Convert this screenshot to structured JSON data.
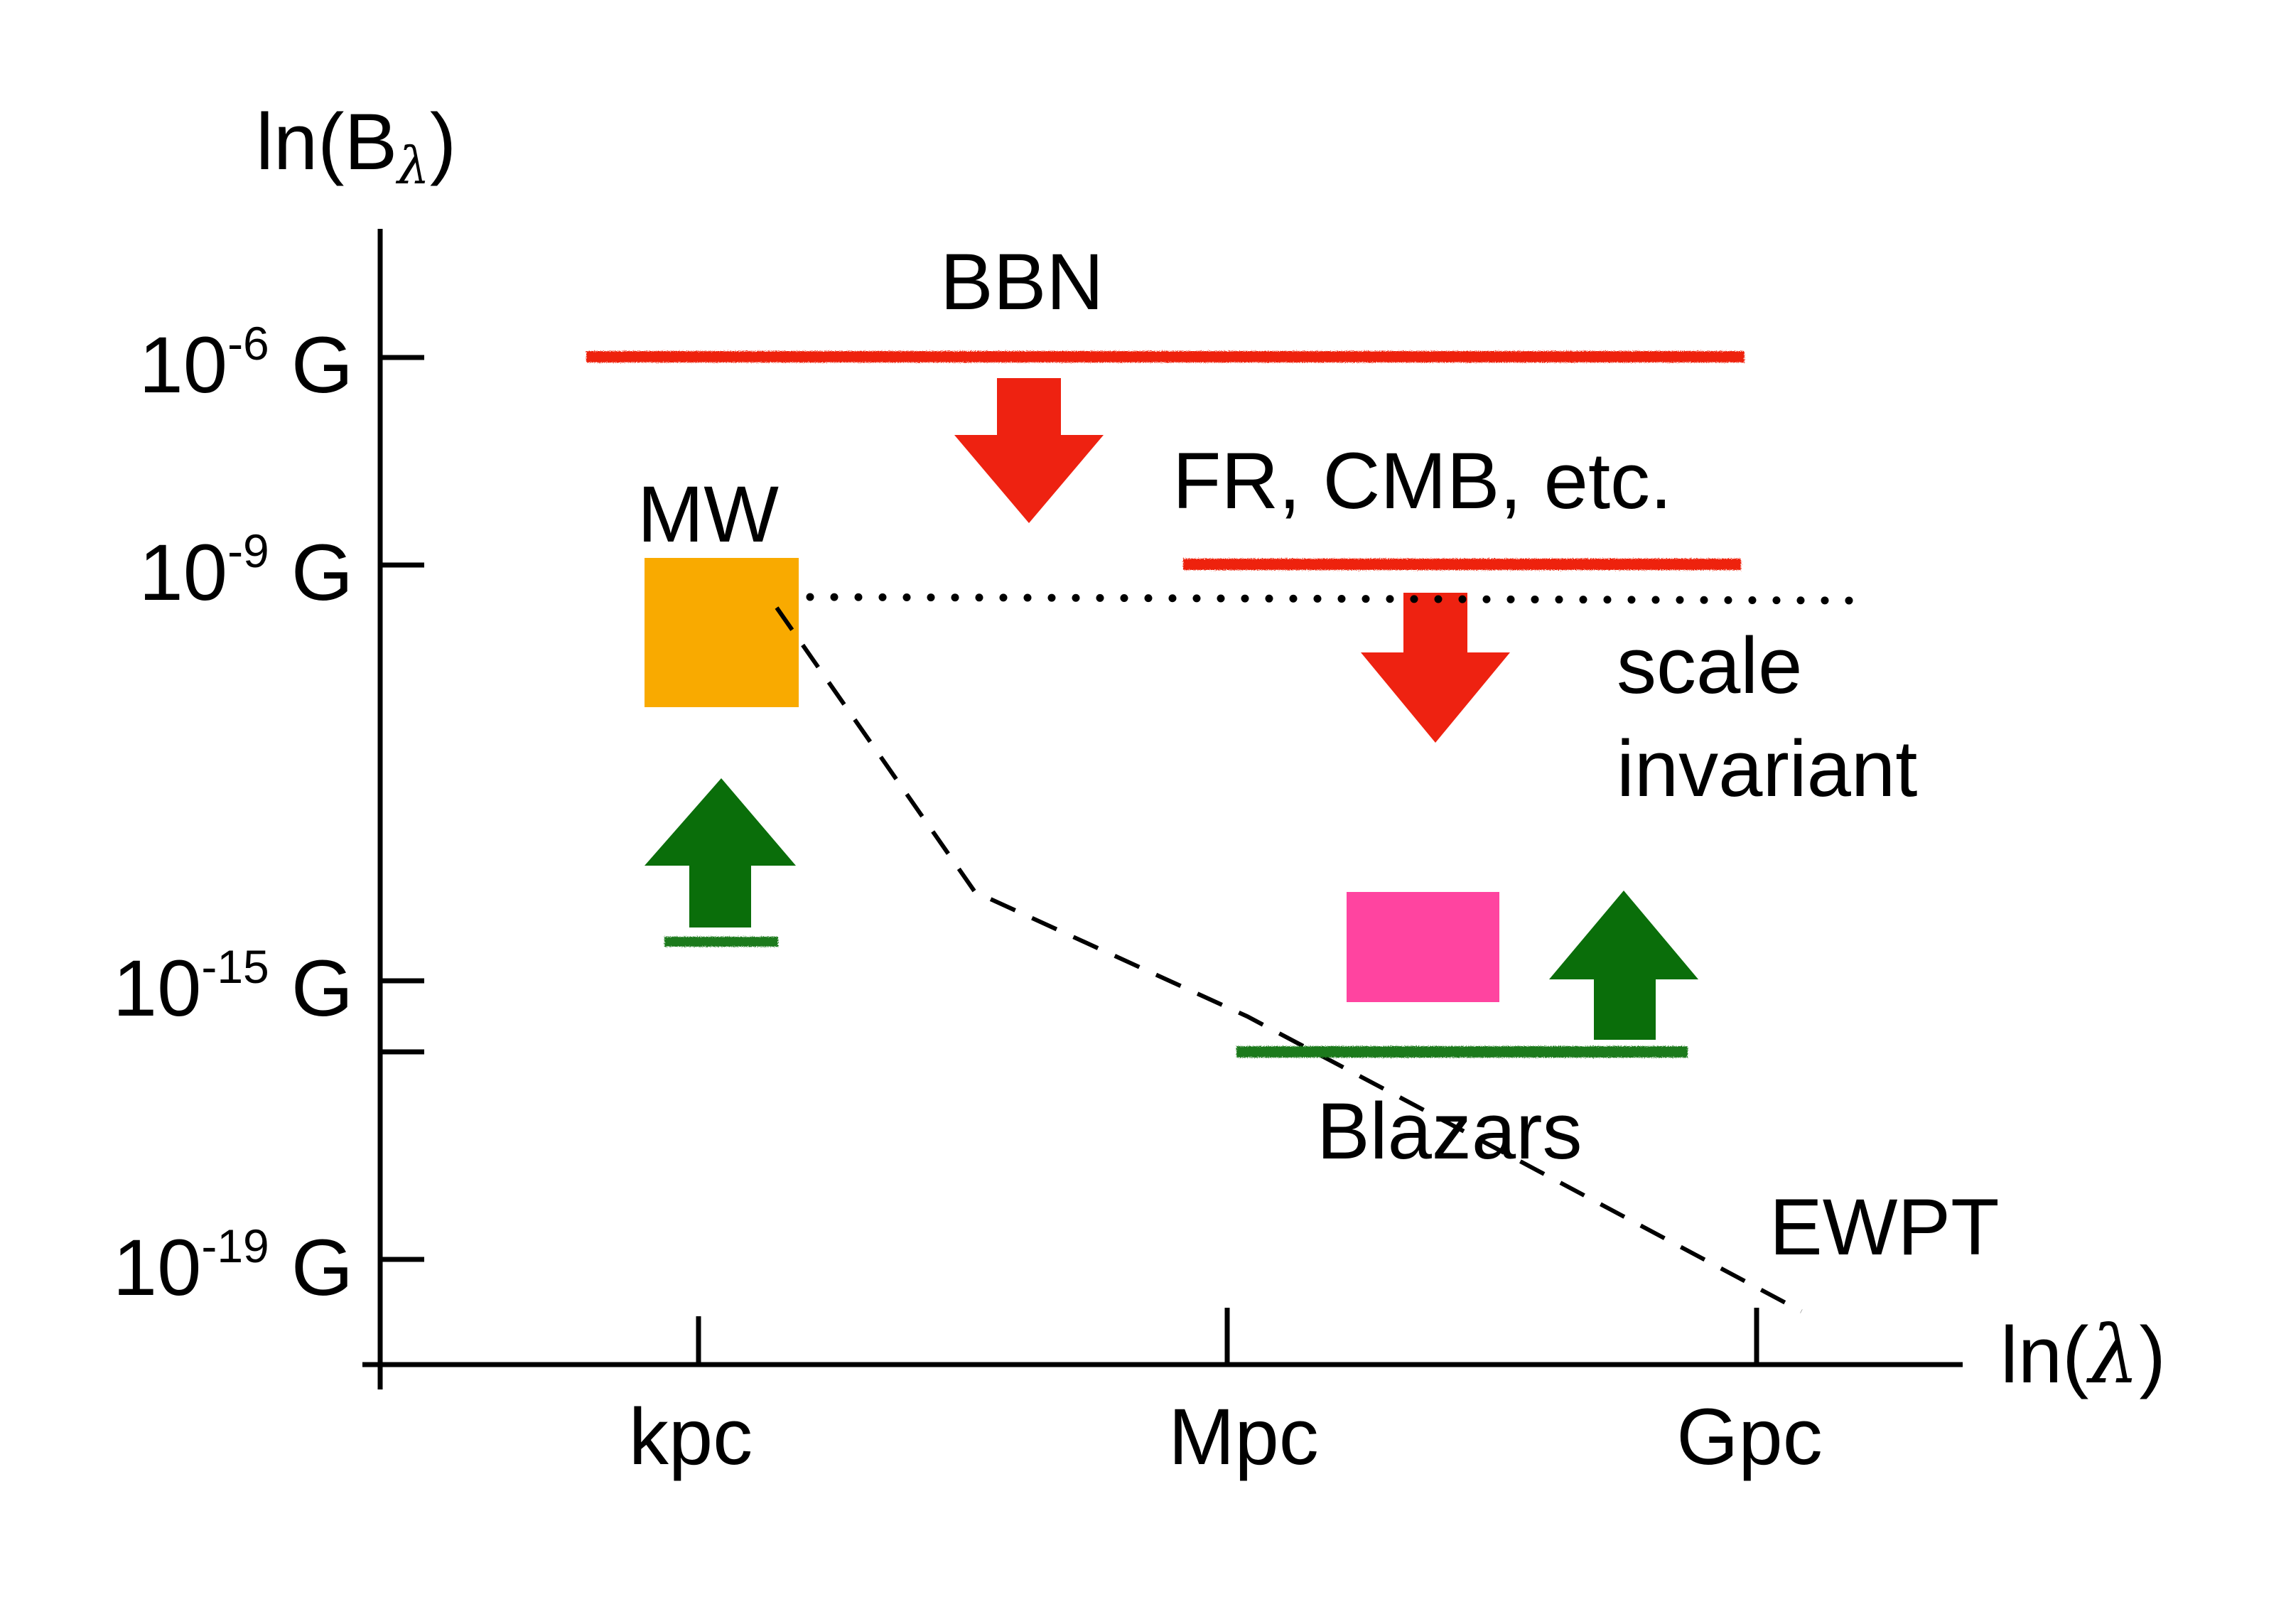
{
  "y_axis": {
    "label_prefix": "ln(B",
    "label_sub": "λ",
    "label_suffix": ")",
    "ticks": [
      {
        "base": "10",
        "exp": "-6",
        "unit": " G"
      },
      {
        "base": "10",
        "exp": "-9",
        "unit": " G"
      },
      {
        "base": "10",
        "exp": "-15",
        "unit": " G"
      },
      {
        "base": "10",
        "exp": "-19",
        "unit": " G"
      }
    ]
  },
  "x_axis": {
    "label_prefix": "ln(",
    "label_sym": "λ",
    "label_suffix": ")",
    "ticks": [
      "kpc",
      "Mpc",
      "Gpc"
    ]
  },
  "labels": {
    "bbn": "BBN",
    "fr_cmb": "FR, CMB, etc.",
    "mw": "MW",
    "scale": "scale",
    "invariant": "invariant",
    "blazars": "Blazars",
    "ewpt": "EWPT"
  },
  "colors": {
    "red_bound": "#ee2211",
    "green_bound": "#1c7a1c",
    "green_arrow": "#0a6e0a",
    "mw_box": "#f9aa00",
    "magenta_box": "#ff44a0",
    "axis": "#000000"
  }
}
